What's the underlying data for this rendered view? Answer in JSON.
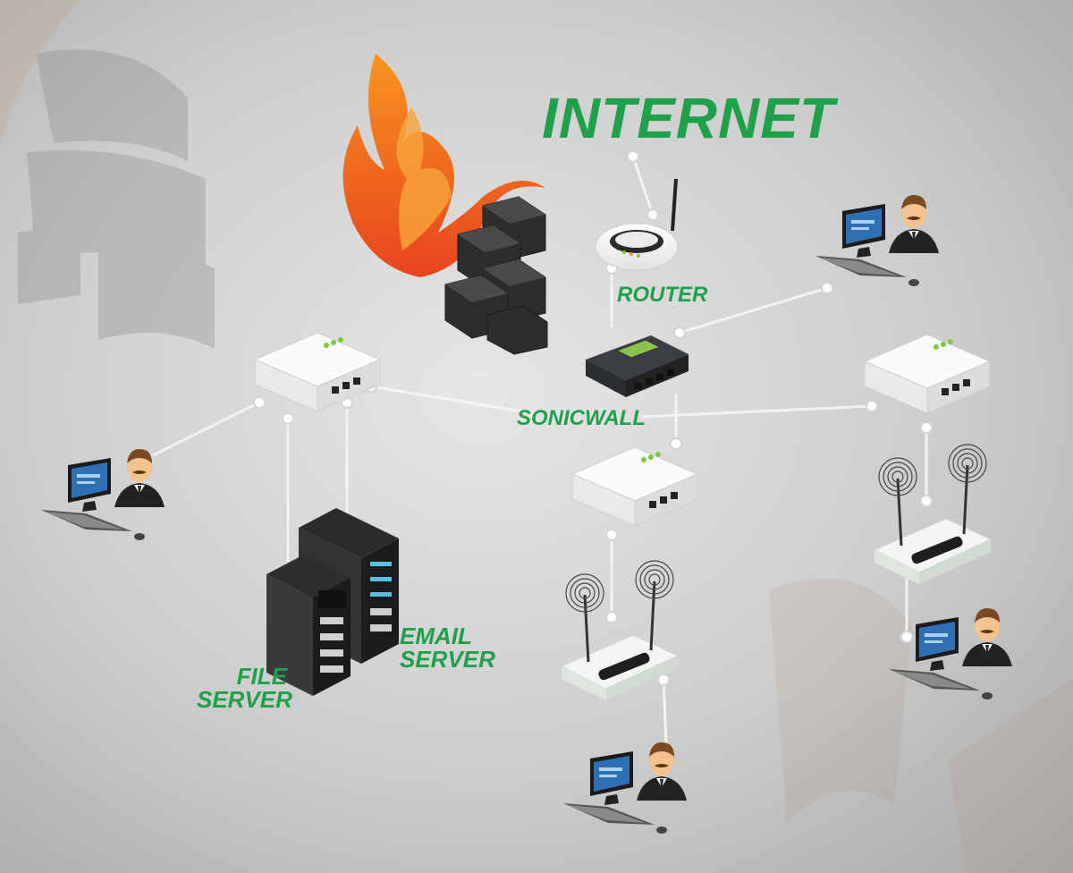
{
  "labels": {
    "internet": "INTERNET",
    "router": "ROUTER",
    "sonicwall": "SONICWALL",
    "email_server_line1": "EMAIL",
    "email_server_line2": "SERVER",
    "file_server_line1": "FILE",
    "file_server_line2": "SERVER"
  },
  "colors": {
    "label_green": "#1fa14a",
    "flame_orange": "#f26522",
    "brick_dark": "#2b2b2b",
    "cable_white": "#f2f2f2"
  },
  "icons": [
    "firewall-icon",
    "router-icon",
    "sonicwall-icon",
    "network-switch-icon",
    "server-icon",
    "wireless-access-point-icon",
    "user-workstation-icon"
  ]
}
